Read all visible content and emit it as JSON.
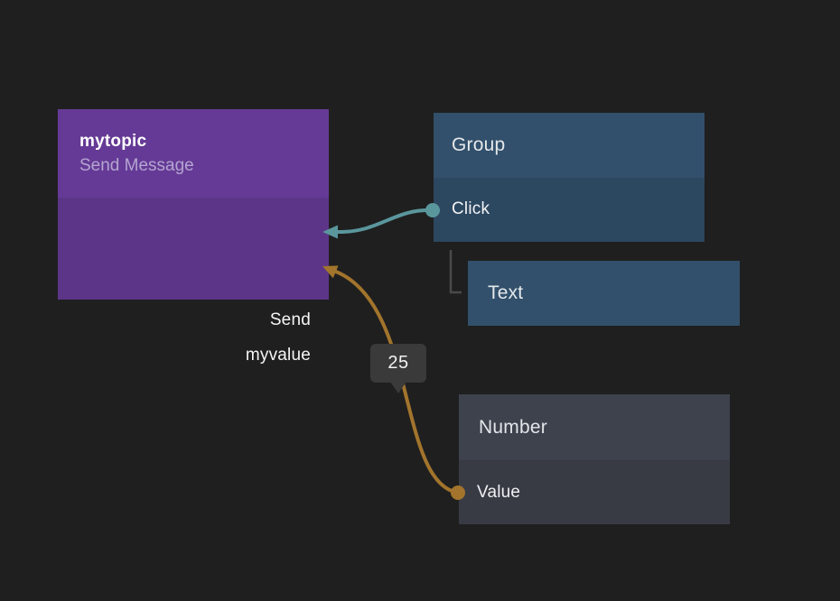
{
  "canvas": {
    "bg": "#1f1f1f"
  },
  "nodes": {
    "send_message": {
      "title": "mytopic",
      "subtitle": "Send Message",
      "colors": {
        "header": "#653a96",
        "body": "#5c3589",
        "subtitle_text": "#b4a5d1"
      },
      "ports": {
        "send": {
          "label": "Send"
        },
        "myvalue": {
          "label": "myvalue"
        }
      }
    },
    "group": {
      "title": "Group",
      "colors": {
        "header": "#32506b",
        "body": "#2c4760"
      },
      "ports": {
        "click": {
          "label": "Click"
        }
      }
    },
    "text": {
      "title": "Text",
      "colors": {
        "body": "#32506b"
      }
    },
    "number": {
      "title": "Number",
      "colors": {
        "header": "#3e424d",
        "body": "#383b44"
      },
      "ports": {
        "value": {
          "label": "Value"
        }
      }
    }
  },
  "connections": {
    "click_to_send": {
      "color": "#5a979d"
    },
    "value_to_myvalue": {
      "color": "#a2742c"
    }
  },
  "hierarchy": {
    "line_color": "#4a4a4a"
  },
  "tooltip": {
    "text": "25",
    "bg": "#3a3a3a",
    "text_color": "#f2f2f2"
  }
}
